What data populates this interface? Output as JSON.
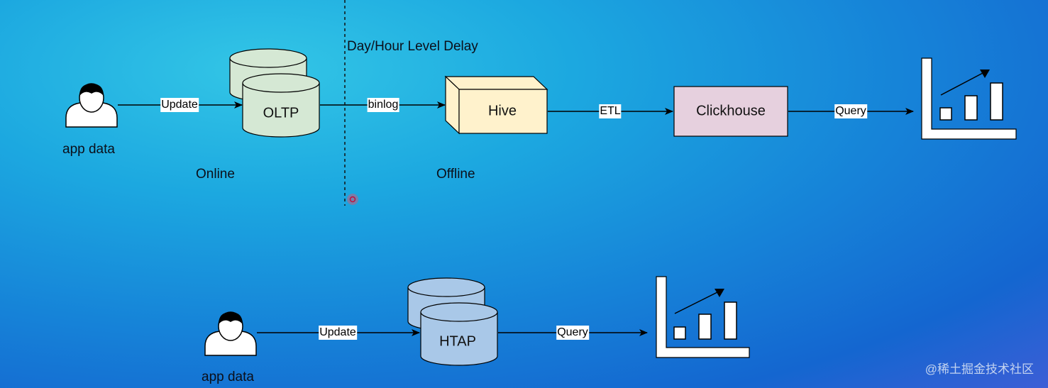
{
  "top_flow": {
    "source_label": "app data",
    "update_label": "Update",
    "oltp_label": "OLTP",
    "binlog_label": "binlog",
    "hive_label": "Hive",
    "etl_label": "ETL",
    "clickhouse_label": "Clickhouse",
    "query_label": "Query",
    "delay_label": "Day/Hour Level Delay",
    "online_label": "Online",
    "offline_label": "Offline"
  },
  "bottom_flow": {
    "source_label": "app data",
    "update_label": "Update",
    "htap_label": "HTAP",
    "query_label": "Query"
  },
  "watermark": "@稀土掘金技术社区",
  "colors": {
    "oltp_fill": "#d5e8d4",
    "hive_fill": "#fff2cc",
    "clickhouse_fill": "#e6d0de",
    "htap_fill": "#a9c8e8",
    "line": "#000000",
    "cursor_dot": "#e8506a"
  },
  "icons": [
    "user-icon",
    "database-icon",
    "cube-icon",
    "bar-chart-icon"
  ]
}
